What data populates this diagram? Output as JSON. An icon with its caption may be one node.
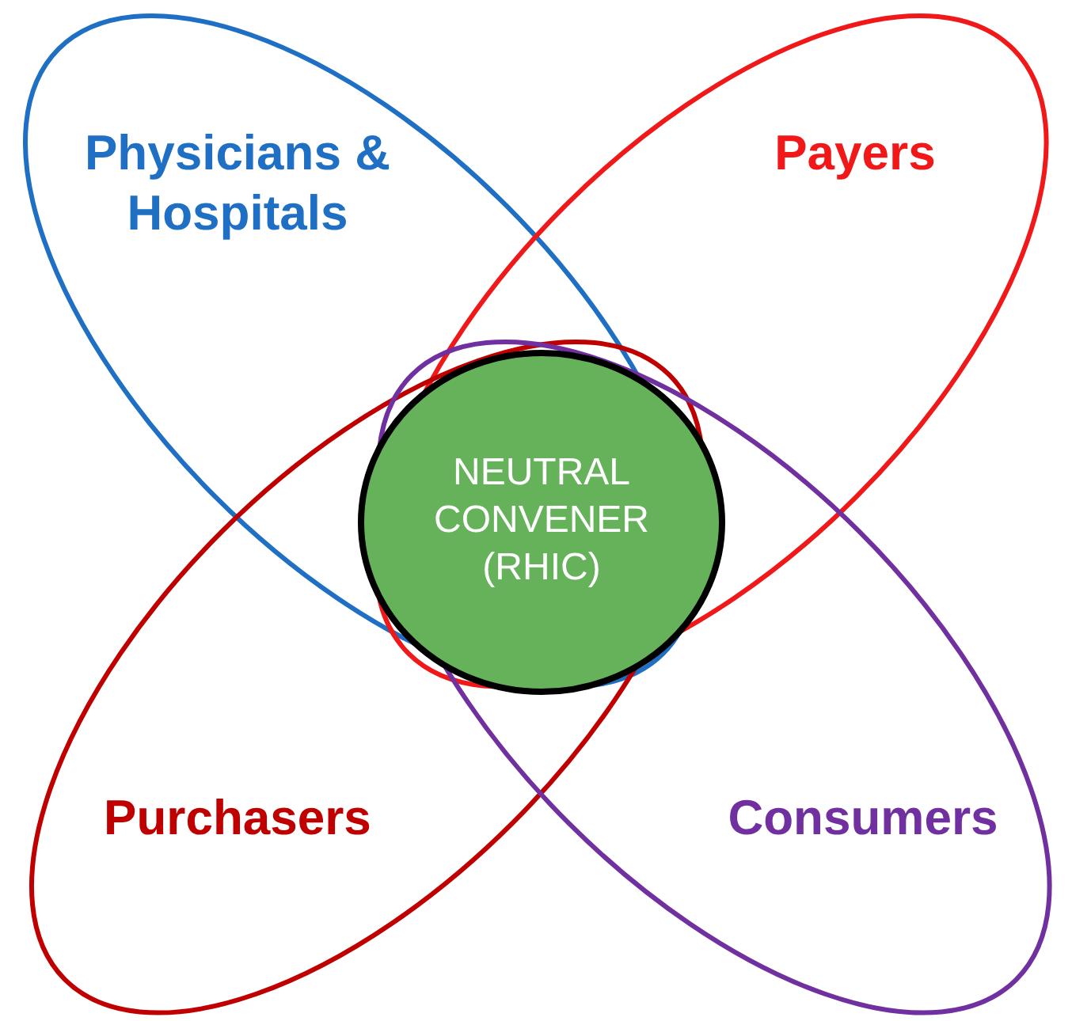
{
  "diagram": {
    "nodes": [
      {
        "text": [
          "Physicians & Hospitals"
        ]
      },
      {
        "text": [
          "Payers"
        ]
      },
      {
        "text": [
          "Purchasers"
        ]
      },
      {
        "text": [
          "Consumers"
        ]
      },
      {
        "text": [
          "NEUTRAL CONVENER (RHIC)"
        ]
      }
    ]
  }
}
